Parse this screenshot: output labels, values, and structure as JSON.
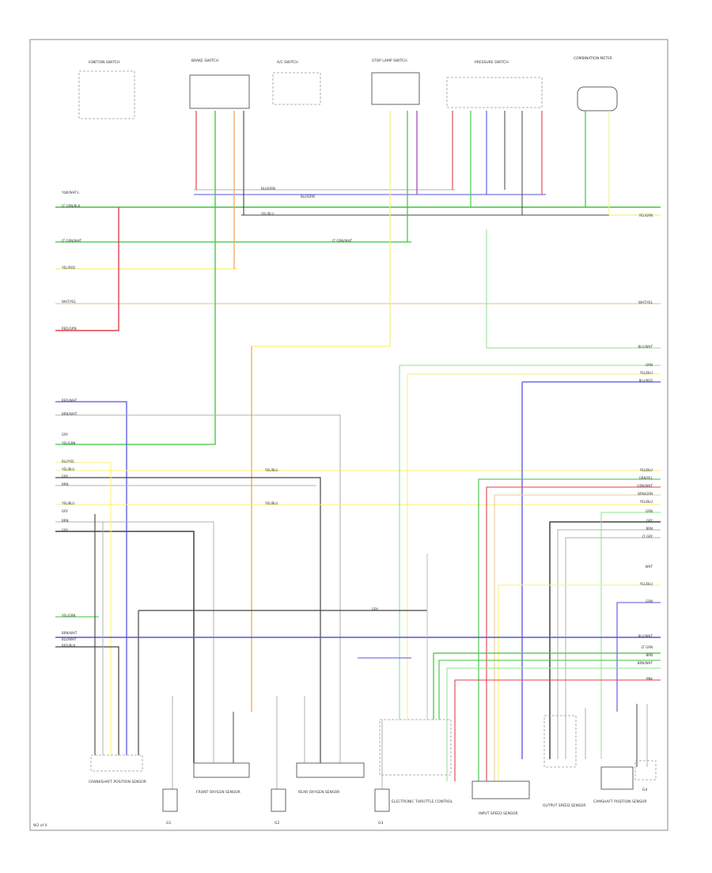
{
  "diagram": {
    "top_labels": {
      "ignition_switch": "IGNITION SWITCH",
      "brake_switch": "BRAKE SWITCH",
      "ac_switch": "A/C SWITCH",
      "stop_lamp_switch": "STOP LAMP SWITCH",
      "pressure_switch": "PRESSURE SWITCH",
      "combination_meter": "COMBINATION METER"
    },
    "left_wire_labels": [
      "YLW/WHT-L",
      "LT GRN/BLK",
      "LT GRN/WHT",
      "YEL/RED",
      "WHT/YEL",
      "RED/GRN",
      "RED/WHT",
      "BRN/WHT",
      "GRY",
      "YEL/GRN",
      "BLU/YEL",
      "YEL/BLU",
      "GRY",
      "BRN",
      "YEL/BLU",
      "GRY",
      "BRN",
      "GRY",
      "YEL/GRN",
      "BRN/WHT",
      "BLU/WHT",
      "RED/BLK"
    ],
    "right_wire_labels": [
      "YEL/GRN",
      "WHT/YEL",
      "BLU/WHT",
      "GRN",
      "YEL/BLU",
      "BLU/RED",
      "YEL/BLU",
      "GRN/YEL",
      "GRN/WHT",
      "BRN/GRN",
      "YEL/BLU",
      "GRN",
      "GRY",
      "BRN",
      "LT GRY",
      "WHT",
      "YEL/BLU",
      "GRN",
      "BLU/WHT",
      "LT GRN",
      "BRN",
      "BRN/WHT",
      "PNK"
    ],
    "mid_labels": {
      "wire_a": "BLU/GRN",
      "wire_b": "BLU/GRN",
      "wire_c": "YEL/BLU",
      "wire_d": "LT GRN/WHT",
      "wire_e": "YEL/BLU",
      "wire_f": "YEL/BLU",
      "wire_g": "GRY"
    },
    "bottom_labels": {
      "comp_1": "CRANKSHAFT POSITION SENSOR",
      "comp_2": "FRONT OXYGEN SENSOR",
      "comp_3": "REAR OXYGEN SENSOR",
      "comp_4": "ELECTRONIC THROTTLE CONTROL",
      "comp_5": "INPUT SPEED SENSOR",
      "comp_6": "OUTPUT SPEED SENSOR",
      "comp_7": "CAMSHAFT POSITION SENSOR"
    },
    "ground_labels": [
      "G1",
      "G2",
      "G3",
      "G4"
    ],
    "page_id": "W2 of 4",
    "colors": {
      "green": "#39c639",
      "yellow": "#f5f27a",
      "red": "#e0404a",
      "orange": "#f5a050",
      "blue": "#5555e0",
      "violet": "#a050c0",
      "black": "#444444",
      "gray": "#b0b0b0",
      "tan": "#e8cc9a",
      "lightgreen": "#8fe08f"
    }
  }
}
